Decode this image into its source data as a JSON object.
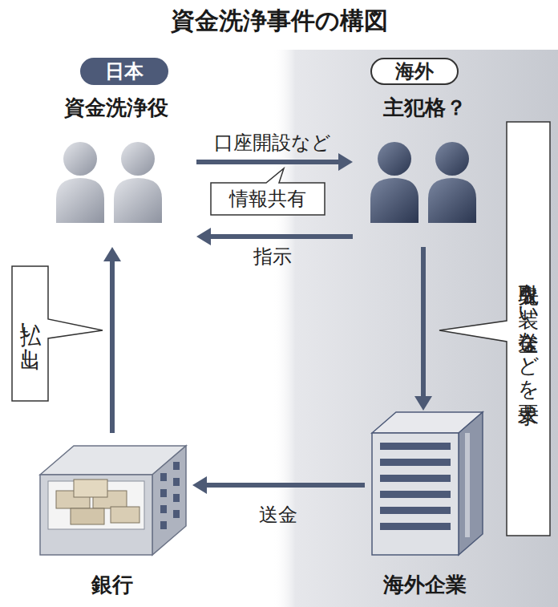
{
  "diagram": {
    "title": "資金洗浄事件の構図",
    "nodes": [
      {
        "text": [
          "日本"
        ]
      },
      {
        "text": [
          "海外"
        ]
      },
      {
        "text": [
          "資金洗浄役"
        ]
      },
      {
        "text": [
          "主犯格？"
        ]
      },
      {
        "text": [
          "銀行"
        ]
      },
      {
        "text": [
          "海外企業"
        ]
      }
    ],
    "edges": [
      {
        "from": 2,
        "to": 3,
        "arrow": "to",
        "label": "口座開設など"
      },
      {
        "from": 3,
        "to": 2,
        "arrow": "to",
        "label": "指示"
      },
      {
        "from": 3,
        "to": 5,
        "arrow": "to",
        "label": "取引先を装い送金などを要求"
      },
      {
        "from": 5,
        "to": 4,
        "arrow": "to",
        "label": "送金"
      },
      {
        "from": 4,
        "to": 2,
        "arrow": "to",
        "label": "払い出し"
      }
    ],
    "labels": [
      "情報共有"
    ]
  }
}
